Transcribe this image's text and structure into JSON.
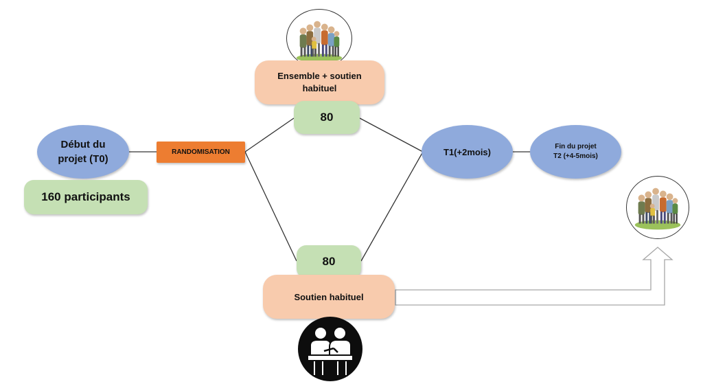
{
  "start": {
    "line1": "Début du",
    "line2": "projet (T0)"
  },
  "participants": "160 participants",
  "randomisation": "RANDOMISATION",
  "arm_intervention": {
    "line1": "Ensemble + soutien",
    "line2": "habituel",
    "count": "80"
  },
  "arm_control": {
    "label": "Soutien habituel",
    "count": "80"
  },
  "t1": "T1(+2mois)",
  "end": {
    "line1": "Fin du projet",
    "line2": "T2 (+4-5mois)"
  },
  "icons": {
    "group_top": "group-of-people-icon",
    "group_right": "group-of-people-icon",
    "consultation": "consultation-icon"
  },
  "colors": {
    "blue": "#8faadc",
    "green": "#c5e0b4",
    "peach": "#f8cbad",
    "orange": "#ed7d31"
  }
}
